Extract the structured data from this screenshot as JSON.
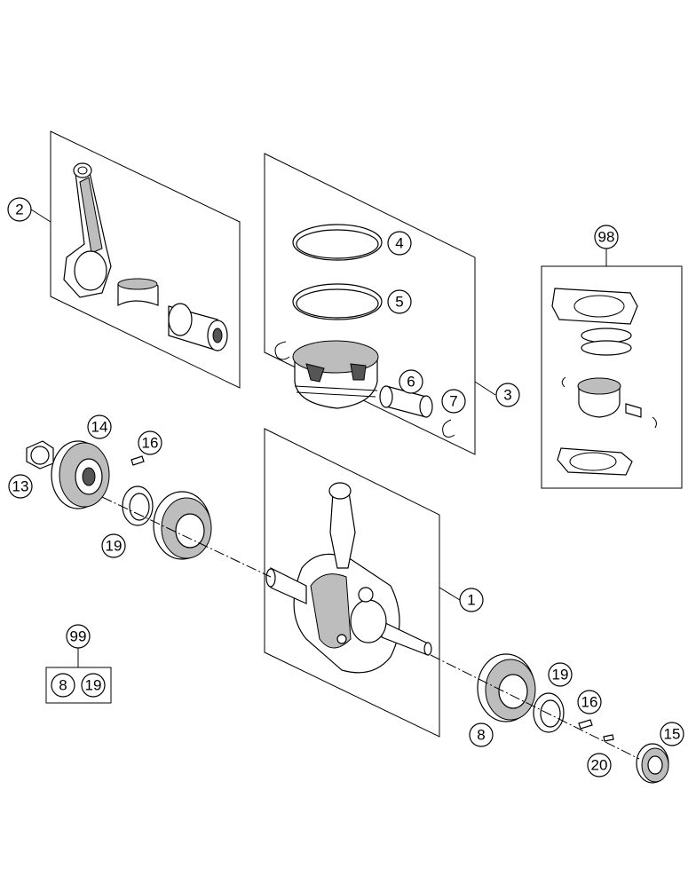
{
  "callouts": {
    "c1": "1",
    "c2": "2",
    "c3": "3",
    "c4": "4",
    "c5": "5",
    "c6": "6",
    "c7": "7",
    "c8a": "8",
    "c13": "13",
    "c14": "14",
    "c15": "15",
    "c16a": "16",
    "c16b": "16",
    "c19a": "19",
    "c19b": "19",
    "c20": "20",
    "c98": "98",
    "c99": "99"
  },
  "kit99": {
    "items": [
      "8",
      "19"
    ]
  }
}
